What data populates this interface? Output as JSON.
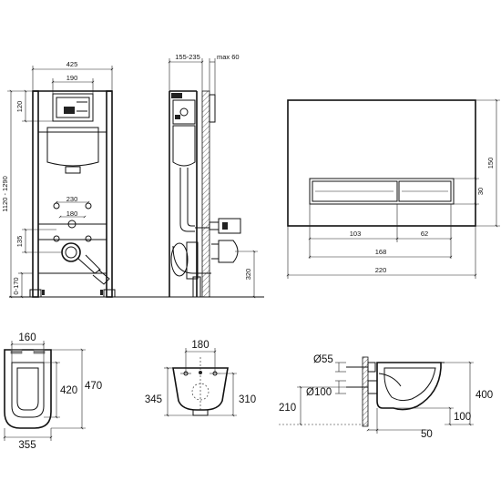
{
  "frame_front": {
    "width_total": "425",
    "width_inner": "190",
    "height_top": "120",
    "height_range": "1120 - 1290",
    "spacing_230": "230",
    "spacing_180": "180",
    "height_135": "135",
    "height_0_170": "0-170"
  },
  "frame_side": {
    "depth_range": "155-235",
    "depth_max": "max 60",
    "height_320": "320"
  },
  "flush_plate": {
    "width_total": "220",
    "height_total": "150",
    "button_height": "30",
    "left_button": "103",
    "right_button": "62",
    "buttons_total": "168"
  },
  "bowl_top": {
    "seat_width": "160",
    "length_420": "420",
    "length_470": "470",
    "width_total": "355"
  },
  "bowl_back": {
    "width_180": "180",
    "height_345": "345",
    "height_310": "310"
  },
  "bowl_side": {
    "inlet_diameter": "Ø55",
    "outlet_diameter": "Ø100",
    "height_210": "210",
    "height_400": "400",
    "height_100": "100",
    "offset_50": "50"
  }
}
